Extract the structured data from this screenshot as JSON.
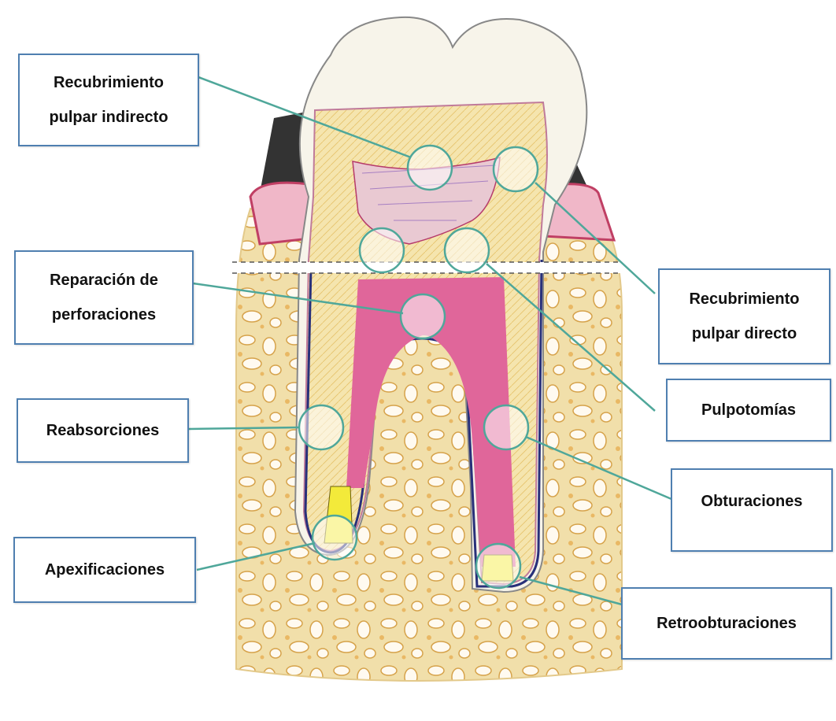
{
  "diagram": {
    "labels": {
      "recubrimiento_indirecto": [
        "Recubrimiento",
        "pulpar indirecto"
      ],
      "reparacion_perforaciones": [
        "Reparación de",
        "perforaciones"
      ],
      "reabsorciones": [
        "Reabsorciones"
      ],
      "apexificaciones": [
        "Apexificaciones"
      ],
      "recubrimiento_directo": [
        "Recubrimiento",
        "pulpar directo"
      ],
      "pulpotomias": [
        "Pulpotomías"
      ],
      "obturaciones": [
        "Obturaciones"
      ],
      "retroobturaciones": [
        "Retroobturaciones"
      ]
    },
    "colors": {
      "box_border": "#4f7fb0",
      "leader_line": "#4fa79a",
      "pulp": "#e0669a",
      "dentin": "#f4e3a8",
      "enamel": "#f7f4ea",
      "bone": "#efd9a0",
      "gingiva": "#f0b7c8",
      "apex_fill": "#f3ea3a"
    }
  }
}
